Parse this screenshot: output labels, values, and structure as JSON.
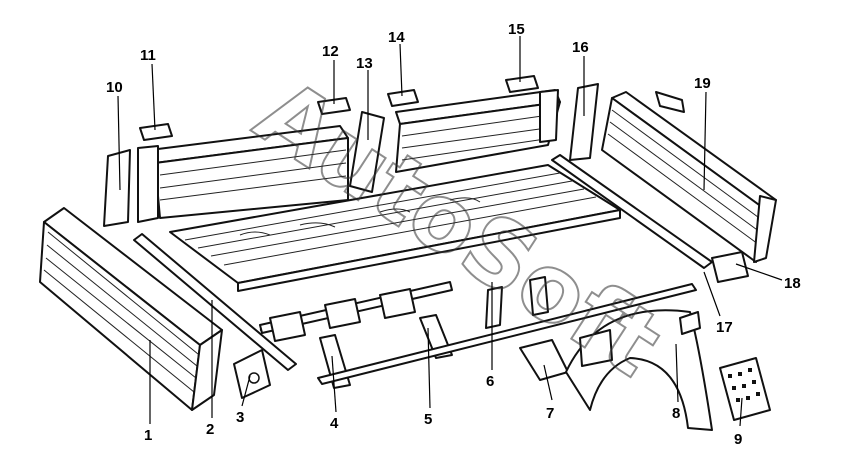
{
  "watermark": "AutoSoft",
  "callouts": [
    {
      "label": "1"
    },
    {
      "label": "2"
    },
    {
      "label": "3"
    },
    {
      "label": "4"
    },
    {
      "label": "5"
    },
    {
      "label": "6"
    },
    {
      "label": "7"
    },
    {
      "label": "8"
    },
    {
      "label": "9"
    },
    {
      "label": "10"
    },
    {
      "label": "11"
    },
    {
      "label": "12"
    },
    {
      "label": "13"
    },
    {
      "label": "14"
    },
    {
      "label": "15"
    },
    {
      "label": "16"
    },
    {
      "label": "17"
    },
    {
      "label": "18"
    },
    {
      "label": "19"
    }
  ]
}
